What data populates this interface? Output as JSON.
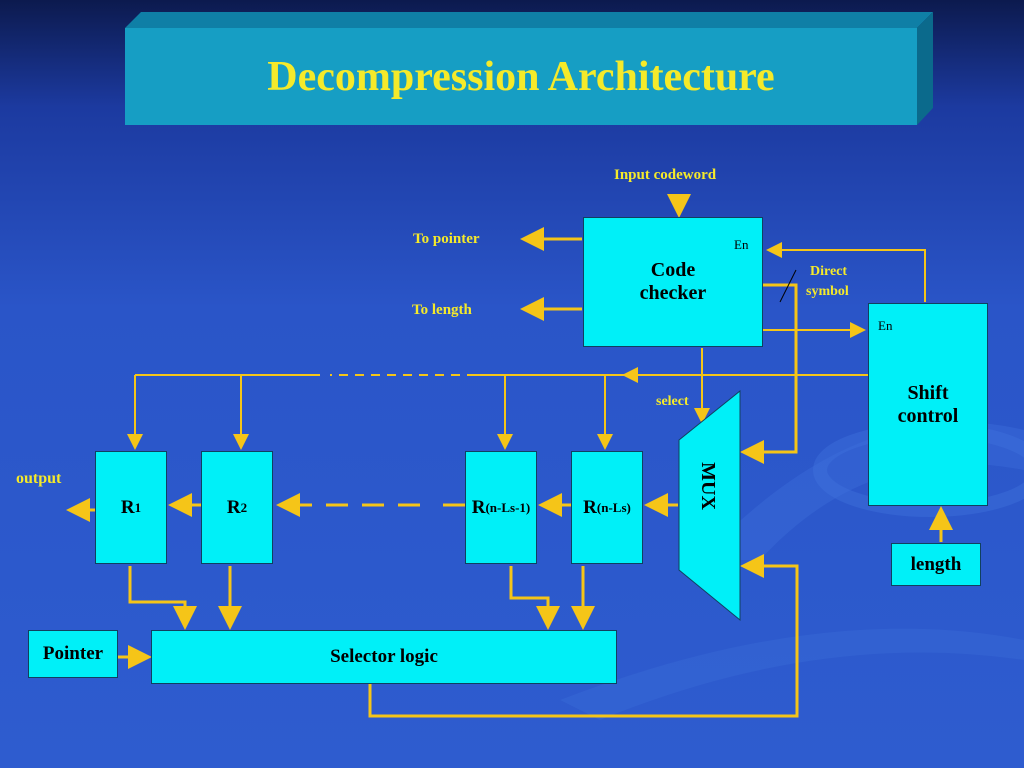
{
  "title": "Decompression Architecture",
  "colors": {
    "box_fill": "#00f0f8",
    "wire": "#f5c518",
    "label": "#f5ea2a",
    "title_bg": "#169ec4"
  },
  "labels": {
    "input_codeword": "Input codeword",
    "to_pointer": "To pointer",
    "to_length": "To length",
    "direct_symbol_1": "Direct",
    "direct_symbol_2": "symbol",
    "select": "select",
    "output": "output"
  },
  "blocks": {
    "code_checker_1": "Code",
    "code_checker_2": "checker",
    "code_checker_en": "En",
    "shift_control_1": "Shift",
    "shift_control_2": "control",
    "shift_control_en": "En",
    "mux": "MUX",
    "length": "length",
    "pointer": "Pointer",
    "selector_logic": "Selector logic"
  },
  "registers": [
    {
      "base": "R",
      "sub": "1"
    },
    {
      "base": "R",
      "sub": "2"
    },
    {
      "base": "R",
      "sub": "(n-Ls-1)"
    },
    {
      "base": "R",
      "sub": "(n-Ls)"
    }
  ]
}
